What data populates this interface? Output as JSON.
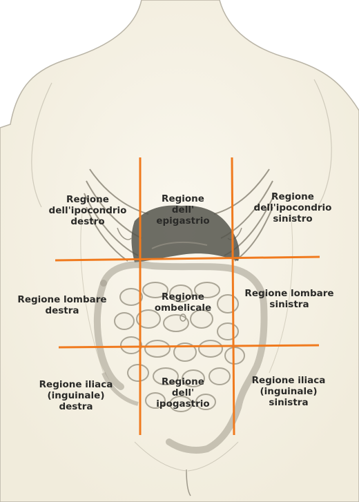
{
  "diagram": {
    "grid_color": "#f07a1e",
    "regions": {
      "hypochondriac_right": [
        "Regione",
        "dell'ipocondrio",
        "destro"
      ],
      "epigastric": [
        "Regione",
        "dell'",
        "epigastrio"
      ],
      "hypochondriac_left": [
        "Regione",
        "dell'ipocondrio",
        "sinistro"
      ],
      "lumbar_right": [
        "Regione lombare",
        "destra"
      ],
      "umbilical": [
        "Regione",
        "ombelicale"
      ],
      "lumbar_left": [
        "Regione lombare",
        "sinistra"
      ],
      "iliac_right": [
        "Regione iliaca",
        "(inguinale)",
        "destra"
      ],
      "hypogastric": [
        "Regione",
        "dell'",
        "ipogastrio"
      ],
      "iliac_left": [
        "Regione iliaca",
        "(inguinale)",
        "sinistra"
      ]
    }
  }
}
